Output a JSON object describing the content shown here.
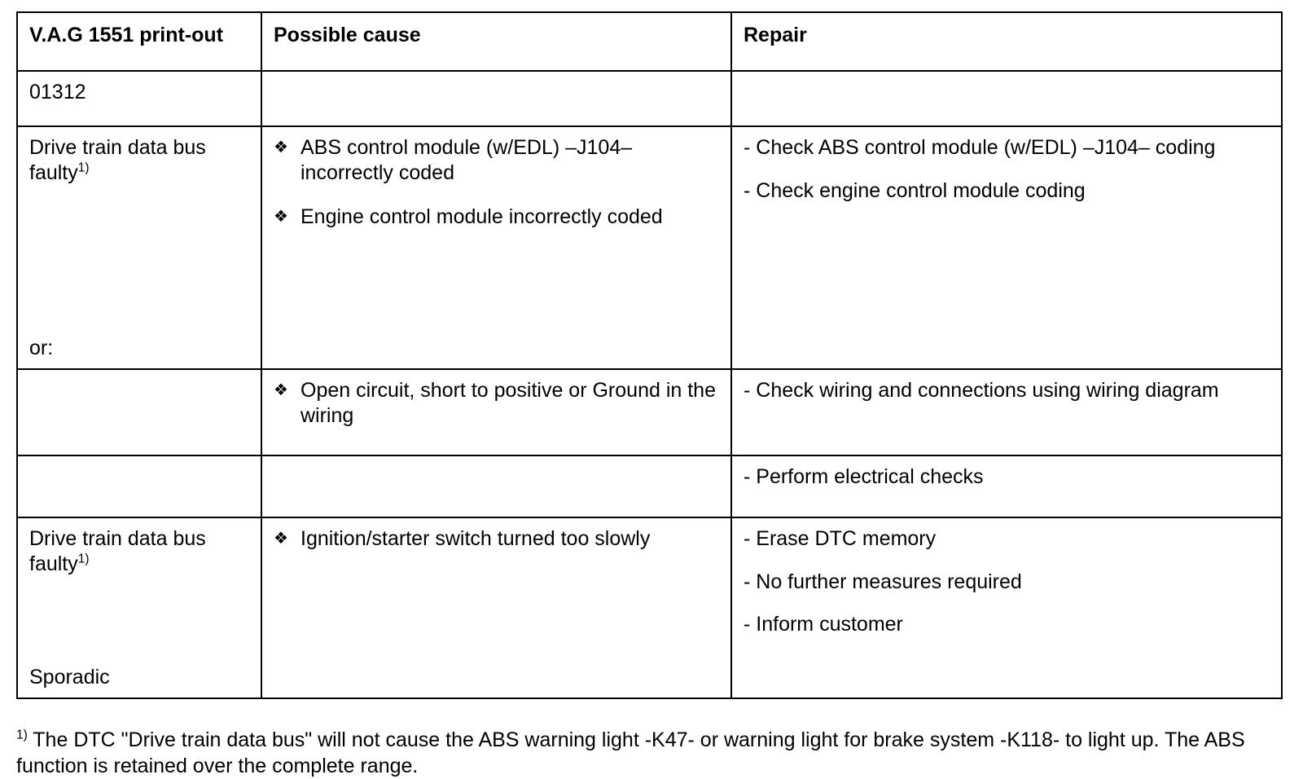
{
  "table": {
    "headers": [
      "V.A.G 1551 print-out",
      "Possible cause",
      "Repair"
    ],
    "rows": [
      {
        "id": "code",
        "printout": "01312",
        "causes": [],
        "repairs": []
      },
      {
        "id": "coding",
        "printout_main": "Drive train data bus faulty",
        "printout_sup": "1)",
        "printout_bottom": "or:",
        "causes": [
          "ABS control module (w/EDL) –J104– incorrectly coded",
          "Engine control module incorrectly coded"
        ],
        "repairs": [
          "- Check ABS control module (w/EDL) –J104– coding",
          "- Check engine control module coding"
        ]
      },
      {
        "id": "wiring",
        "printout": "",
        "causes": [
          "Open circuit, short to positive or Ground in the wiring"
        ],
        "repairs": [
          "- Check wiring and connections using wiring diagram"
        ]
      },
      {
        "id": "electrical",
        "printout": "",
        "causes": [],
        "repairs": [
          "- Perform electrical checks"
        ]
      },
      {
        "id": "sporadic",
        "printout_main": "Drive train data bus faulty",
        "printout_sup": "1)",
        "printout_bottom": "Sporadic",
        "causes": [
          "Ignition/starter switch turned too slowly"
        ],
        "repairs": [
          "- Erase DTC memory",
          "- No further measures required",
          "- Inform customer"
        ]
      }
    ]
  },
  "footnote": {
    "marker": "1)",
    "text": " The DTC \"Drive train data bus\" will not cause the ABS warning light -K47- or warning light for brake system -K118- to light up. The ABS function is retained over the complete range."
  },
  "bullet_glyph": "❖",
  "colors": {
    "text": "#000000",
    "border": "#000000",
    "background": "#ffffff"
  }
}
